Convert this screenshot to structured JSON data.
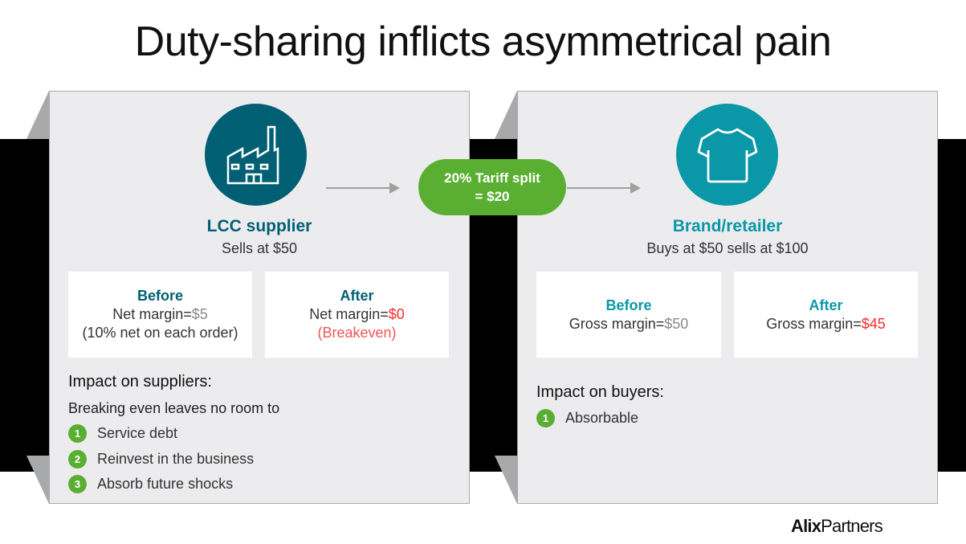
{
  "title": "Duty-sharing inflicts asymmetrical pain",
  "colors": {
    "supplier": "#005f73",
    "retailer": "#0a97a8",
    "green": "#5aaf32",
    "red": "#ff2a2a",
    "gray_value": "#888888"
  },
  "tariff": {
    "line1": "20% Tariff split",
    "line2": "= $20"
  },
  "supplier": {
    "icon": "factory-icon",
    "name": "LCC supplier",
    "sub": "Sells at $50",
    "before": {
      "heading": "Before",
      "label": "Net margin=",
      "value": "$5",
      "note": "(10% net on each order)"
    },
    "after": {
      "heading": "After",
      "label": "Net margin=",
      "value": "$0",
      "note": "(Breakeven)"
    },
    "impact_title": "Impact on suppliers:",
    "impact_lead": "Breaking even leaves no room to",
    "items": [
      {
        "num": "1",
        "text": "Service debt"
      },
      {
        "num": "2",
        "text": "Reinvest in the business"
      },
      {
        "num": "3",
        "text": "Absorb future shocks"
      }
    ]
  },
  "retailer": {
    "icon": "tshirt-icon",
    "name": "Brand/retailer",
    "sub": "Buys at $50 sells at $100",
    "before": {
      "heading": "Before",
      "label": "Gross margin=",
      "value": "$50"
    },
    "after": {
      "heading": "After",
      "label": "Gross margin=",
      "value": "$45"
    },
    "impact_title": "Impact on buyers:",
    "items": [
      {
        "num": "1",
        "text": "Absorbable"
      }
    ]
  },
  "logo": {
    "bold": "Alix",
    "regular": "Partners"
  }
}
